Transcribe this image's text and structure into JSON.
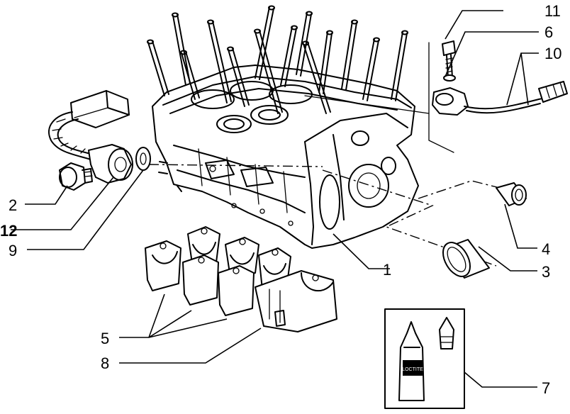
{
  "callouts": [
    {
      "id": "c1",
      "label": "1"
    },
    {
      "id": "c2",
      "label": "2"
    },
    {
      "id": "c3",
      "label": "3"
    },
    {
      "id": "c4",
      "label": "4"
    },
    {
      "id": "c5",
      "label": "5"
    },
    {
      "id": "c6",
      "label": "6"
    },
    {
      "id": "c7",
      "label": "7"
    },
    {
      "id": "c8",
      "label": "8"
    },
    {
      "id": "c9",
      "label": "9"
    },
    {
      "id": "c10",
      "label": "10"
    },
    {
      "id": "c11",
      "label": "11"
    },
    {
      "id": "c12",
      "label": "12"
    }
  ],
  "bottle_label": "LOCTITE"
}
